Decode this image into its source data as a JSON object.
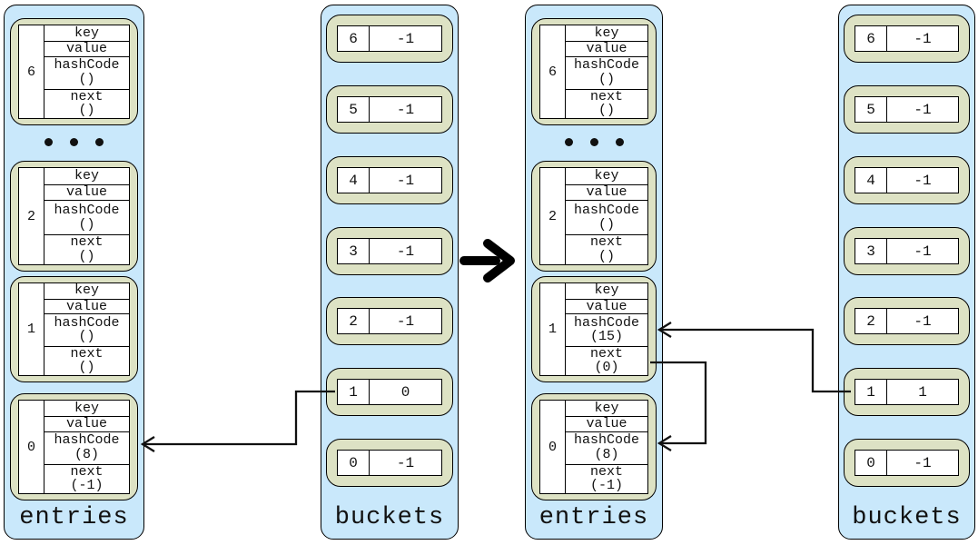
{
  "colors": {
    "panel_background": "#c9e8fb",
    "box_background": "#dde2c4",
    "cell_background": "#ffffff",
    "line": "#000000"
  },
  "icons": {
    "transform_arrow": "right-arrow",
    "ellipsis": "three-dots",
    "pointer_heads": "left-chevron"
  },
  "entries_before": {
    "label": "entries",
    "items": [
      {
        "index": "6",
        "key": "key",
        "value": "value",
        "hash": "hashCode",
        "hash_arg": "()",
        "next": "next",
        "next_arg": "()"
      },
      {
        "index": "2",
        "key": "key",
        "value": "value",
        "hash": "hashCode",
        "hash_arg": "()",
        "next": "next",
        "next_arg": "()"
      },
      {
        "index": "1",
        "key": "key",
        "value": "value",
        "hash": "hashCode",
        "hash_arg": "()",
        "next": "next",
        "next_arg": "()"
      },
      {
        "index": "0",
        "key": "key",
        "value": "value",
        "hash": "hashCode",
        "hash_arg": "(8)",
        "next": "next",
        "next_arg": "(-1)"
      }
    ]
  },
  "buckets_before": {
    "label": "buckets",
    "items": [
      {
        "index": "6",
        "value": "-1"
      },
      {
        "index": "5",
        "value": "-1"
      },
      {
        "index": "4",
        "value": "-1"
      },
      {
        "index": "3",
        "value": "-1"
      },
      {
        "index": "2",
        "value": "-1"
      },
      {
        "index": "1",
        "value": "0"
      },
      {
        "index": "0",
        "value": "-1"
      }
    ]
  },
  "entries_after": {
    "label": "entries",
    "items": [
      {
        "index": "6",
        "key": "key",
        "value": "value",
        "hash": "hashCode",
        "hash_arg": "()",
        "next": "next",
        "next_arg": "()"
      },
      {
        "index": "2",
        "key": "key",
        "value": "value",
        "hash": "hashCode",
        "hash_arg": "()",
        "next": "next",
        "next_arg": "()"
      },
      {
        "index": "1",
        "key": "key",
        "value": "value",
        "hash": "hashCode",
        "hash_arg": "(15)",
        "next": "next",
        "next_arg": "(0)"
      },
      {
        "index": "0",
        "key": "key",
        "value": "value",
        "hash": "hashCode",
        "hash_arg": "(8)",
        "next": "next",
        "next_arg": "(-1)"
      }
    ]
  },
  "buckets_after": {
    "label": "buckets",
    "items": [
      {
        "index": "6",
        "value": "-1"
      },
      {
        "index": "5",
        "value": "-1"
      },
      {
        "index": "4",
        "value": "-1"
      },
      {
        "index": "3",
        "value": "-1"
      },
      {
        "index": "2",
        "value": "-1"
      },
      {
        "index": "1",
        "value": "1"
      },
      {
        "index": "0",
        "value": "-1"
      }
    ]
  }
}
